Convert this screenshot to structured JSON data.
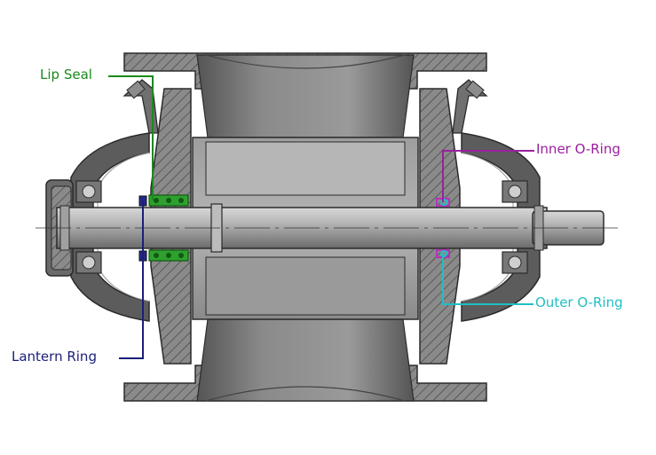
{
  "labels": {
    "lip_seal": "Lip Seal",
    "lantern_ring": "Lantern Ring",
    "inner_o_ring": "Inner O-Ring",
    "outer_o_ring": "Outer O-Ring"
  },
  "colors": {
    "lip_seal": "#1b8a1b",
    "lantern_ring": "#1a1f7a",
    "inner_o_ring": "#9a1fa0",
    "outer_o_ring": "#1fbfc4",
    "body_gray": "#8c8c8c",
    "dark_gray": "#5a5a5a",
    "light_gray": "#c4c4c4",
    "shaft_gray": "#a9a9a9",
    "outline": "#2b2b2b"
  }
}
